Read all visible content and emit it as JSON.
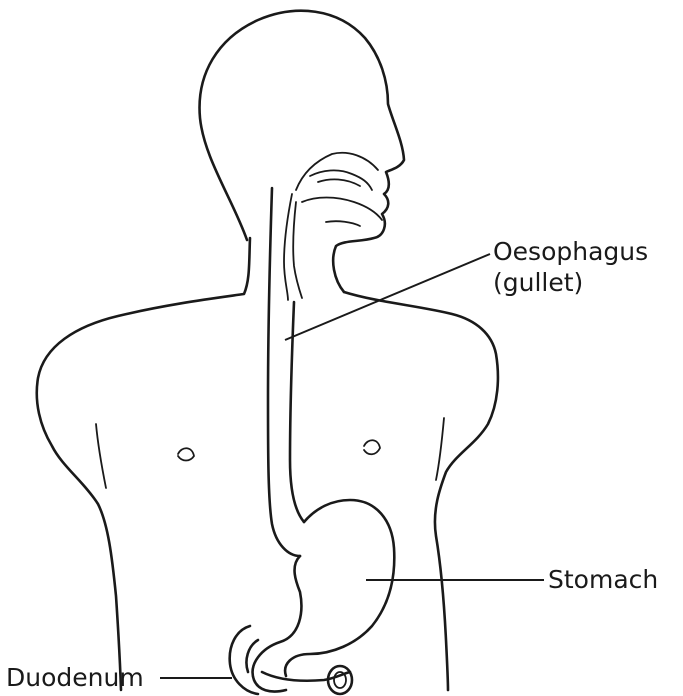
{
  "diagram": {
    "labels": {
      "oesophagus": {
        "line1": "Oesophagus",
        "line2": "(gullet)"
      },
      "stomach": "Stomach",
      "duodenum": "Duodenum"
    },
    "colors": {
      "ink": "#1a1a1a",
      "background": "#ffffff"
    }
  }
}
